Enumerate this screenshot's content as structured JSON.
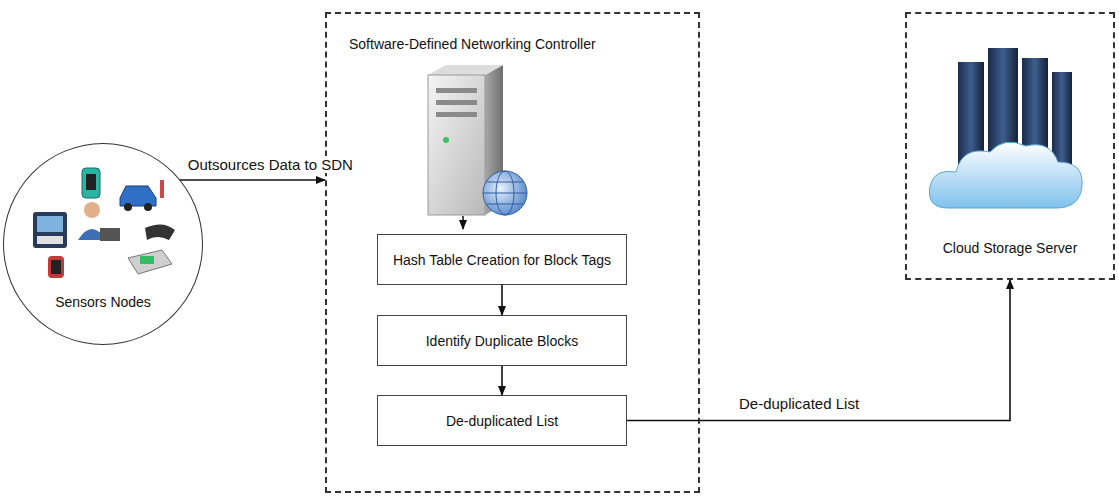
{
  "diagram": {
    "nodes": [
      {
        "text": [
          "Sensors Nodes"
        ]
      },
      {
        "text": [
          "Software-Defined Networking Controller"
        ]
      },
      {
        "text": [
          "Hash Table Creation for Block Tags"
        ],
        "in": 1
      },
      {
        "text": [
          "Identify Duplicate Blocks"
        ],
        "in": 1
      },
      {
        "text": [
          "De-duplicated List"
        ],
        "in": 1
      },
      {
        "text": [
          "Cloud Storage Server"
        ]
      }
    ],
    "edges": [
      {
        "from": 0,
        "to": 1,
        "arrow": "to",
        "label": "Outsources Data to SDN"
      },
      {
        "from": 2,
        "to": 3,
        "arrow": "to"
      },
      {
        "from": 3,
        "to": 4,
        "arrow": "to"
      },
      {
        "from": 4,
        "to": 5,
        "arrow": "to",
        "label": "De-duplicated List"
      }
    ]
  }
}
